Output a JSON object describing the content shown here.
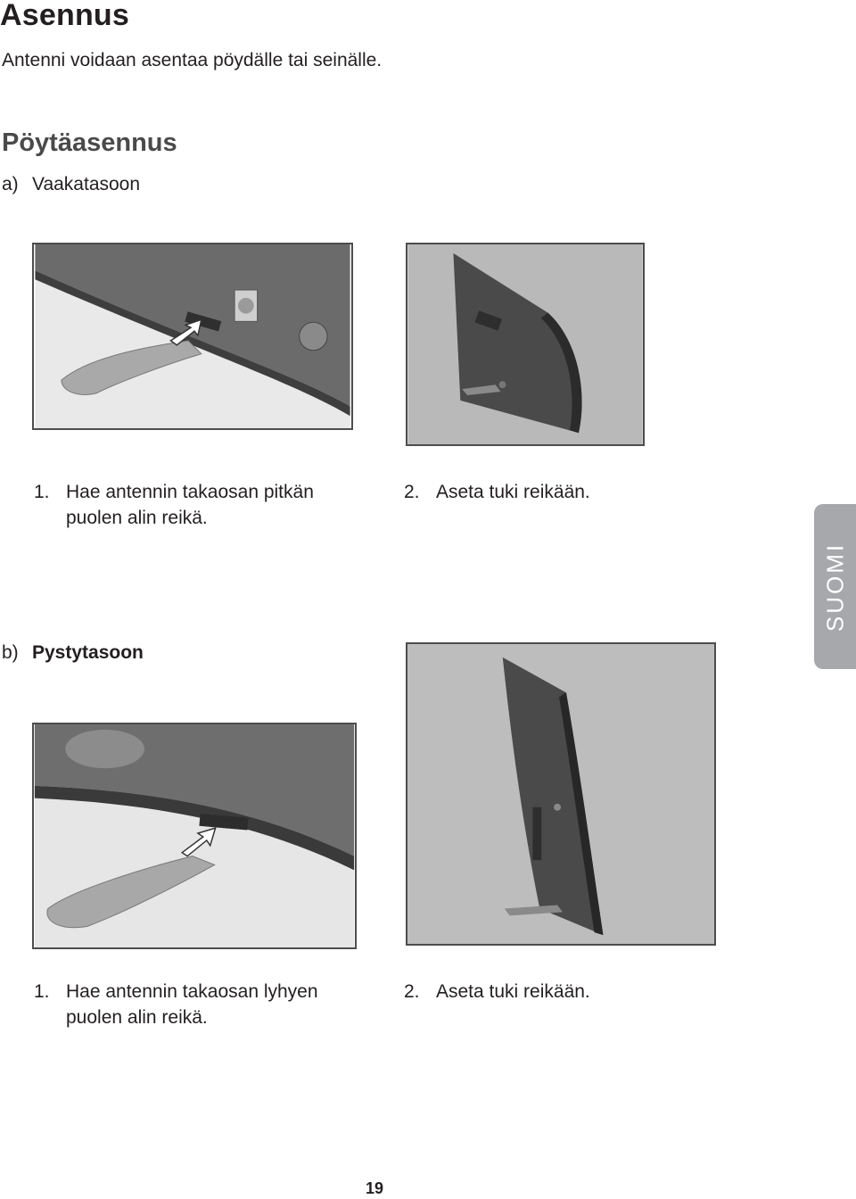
{
  "title": "Asennus",
  "intro": "Antenni voidaan asentaa pöydälle tai seinälle.",
  "section_title": "Pöytäasennus",
  "horizontal": {
    "label": "a)",
    "title": "Vaakatasoon",
    "step1_num": "1.",
    "step1_text": "Hae antennin takaosan pitkän puolen alin reikä.",
    "step2_num": "2.",
    "step2_text": "Aseta tuki reikään."
  },
  "vertical": {
    "label": "b)",
    "title": "Pystytasoon",
    "step1_num": "1.",
    "step1_text": "Hae antennin takaosan lyhyen puolen alin reikä.",
    "step2_num": "2.",
    "step2_text": "Aseta tuki reikään."
  },
  "language_tab": "SUOMI",
  "page_number": "19"
}
